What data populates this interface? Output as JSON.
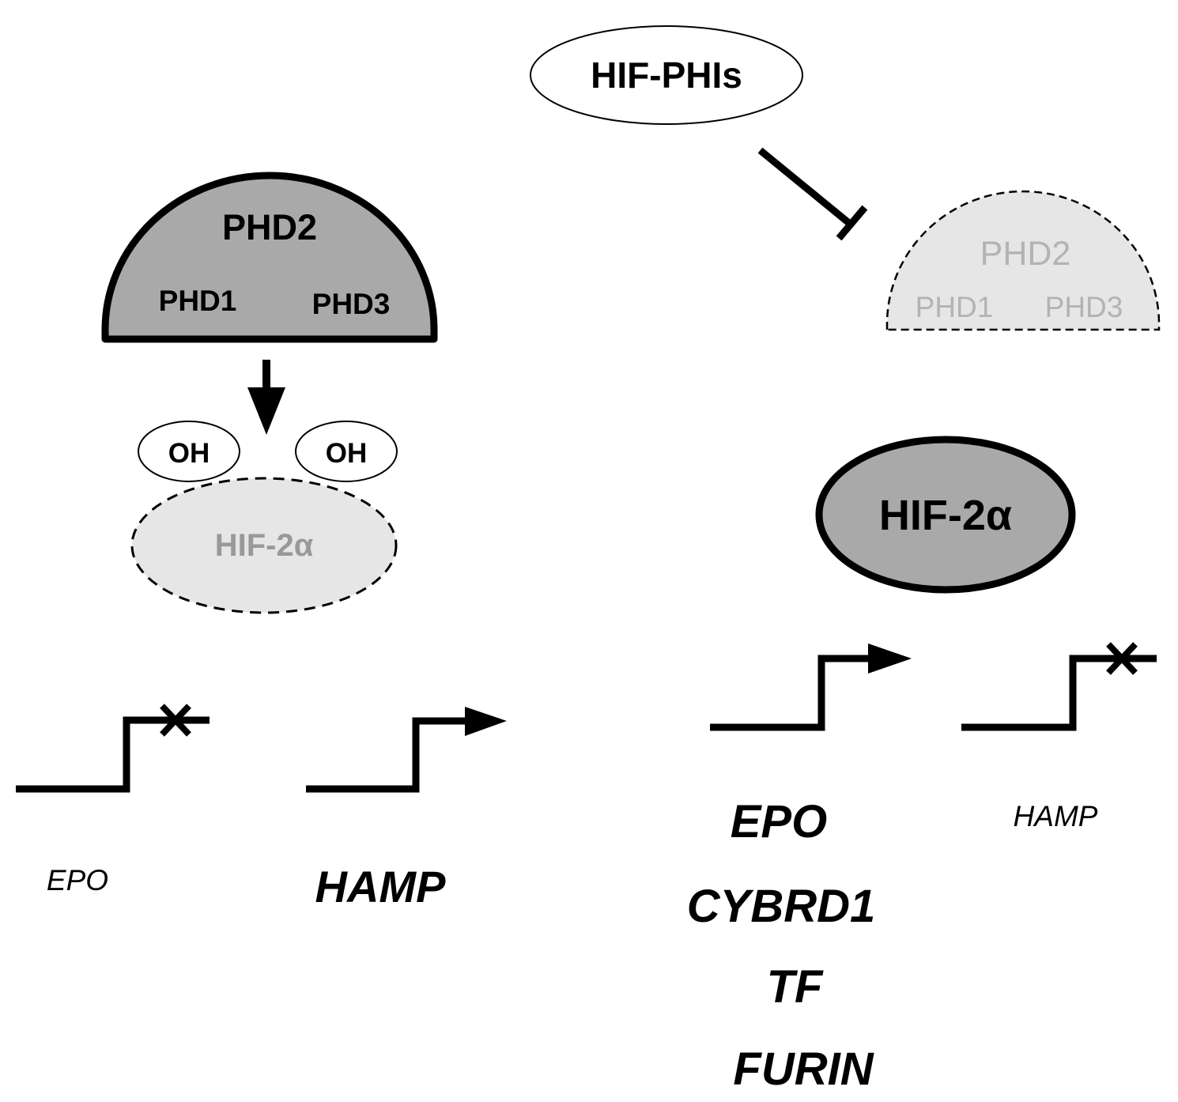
{
  "inhibitor": {
    "label": "HIF-PHIs"
  },
  "left": {
    "phd_complex": {
      "main": "PHD2",
      "sub_left": "PHD1",
      "sub_right": "PHD3"
    },
    "oh_left": "OH",
    "oh_right": "OH",
    "hif": "HIF-2α",
    "genes": {
      "epo": "EPO",
      "hamp": "HAMP"
    }
  },
  "right": {
    "phd_complex": {
      "main": "PHD2",
      "sub_left": "PHD1",
      "sub_right": "PHD3"
    },
    "hif": "HIF-2α",
    "genes_active": [
      "EPO",
      "CYBRD1",
      "TF",
      "FURIN"
    ],
    "gene_repressed": "HAMP"
  },
  "colors": {
    "complex_fill": "#a9a9a9",
    "faded_fill": "#e6e6e6",
    "faded_text": "#b3b3b3",
    "hif_faded_text": "#999999",
    "stroke": "#000000"
  }
}
